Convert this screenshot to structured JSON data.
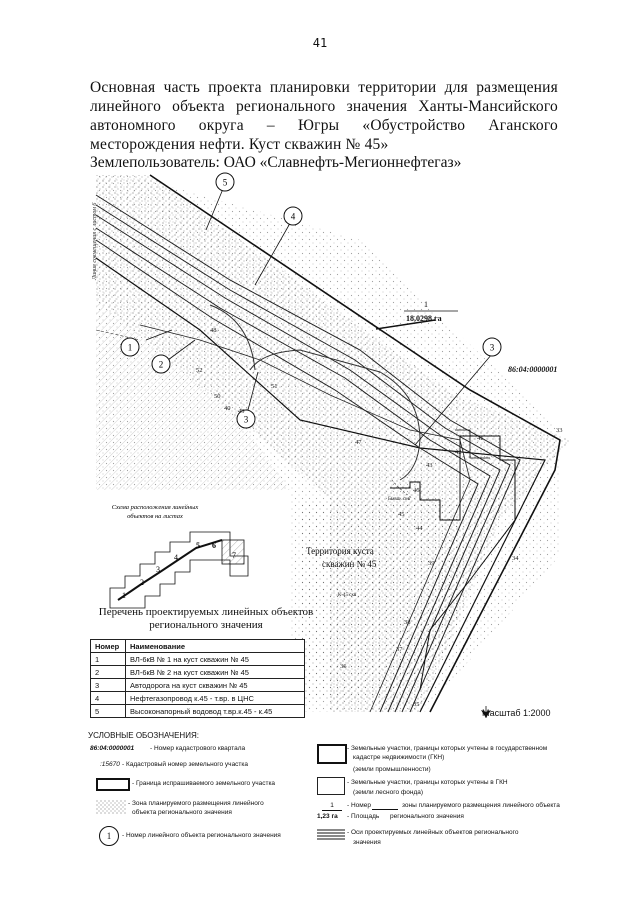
{
  "page_number": "41",
  "title": "Основная часть проекта планировки территории для размещения линейного объекта регионального значения Ханты-Мансийского автономного округа – Югры «Обустройство Аганского месторождения нефти. Куст скважин № 45»",
  "land_user": "Землепользователь: ОАО «Славнефть-Мегионнефтегаз»",
  "map": {
    "side_note": "Линия совмещения с листом 6",
    "cadastral_quarter": "86:04:0000001",
    "parcel_number": "1",
    "parcel_area": "18,0298 га",
    "cluster_label_line1": "Территория куста",
    "cluster_label_line2": "скважин № 45",
    "object_markers": [
      "1",
      "2",
      "3",
      "3",
      "4",
      "5"
    ],
    "point_labels": [
      "33",
      "34",
      "35",
      "36",
      "37",
      "38",
      "39",
      "40",
      "41",
      "42",
      "43",
      "44",
      "45",
      "46",
      "47",
      "48",
      "49",
      "50",
      "51",
      "52"
    ],
    "small_labels": [
      "К-45 скв",
      "Бывш. скв"
    ],
    "inset_title_line1": "Схема расположения линейных",
    "inset_title_line2": "объектов на листах",
    "inset_numbers": [
      "1",
      "2",
      "3",
      "4",
      "5",
      "6",
      "7"
    ]
  },
  "objects_list": {
    "title_line1": "Перечень проектируемых линейных объектов",
    "title_line2": "регионального значения",
    "headers": [
      "Номер",
      "Наименование"
    ],
    "rows": [
      [
        "1",
        "ВЛ-6кВ № 1 на куст скважин № 45"
      ],
      [
        "2",
        "ВЛ-6кВ № 2 на куст скважин № 45"
      ],
      [
        "3",
        "Автодорога на куст скважин № 45"
      ],
      [
        "4",
        "Нефтегазопровод к.45 - т.вр. в ЦНС"
      ],
      [
        "5",
        "Высоконапорный водовод т.вр.к.45 - к.45"
      ]
    ]
  },
  "scale": "Масштаб 1:2000",
  "legend": {
    "title": "УСЛОВНЫЕ ОБОЗНАЧЕНИЯ:",
    "items": {
      "quarter_code": "86:04:0000001",
      "quarter_desc": "- Номер кадастрового квартала",
      "parcel_code": ":15670",
      "parcel_desc": "- Кадастровый номер земельного участка",
      "boundary_desc": "- Граница испрашиваемого земельного участка",
      "zone_desc_1": "- Зона планируемого размещения линейного",
      "zone_desc_2": "объекта регионального значения",
      "marker_num": "1",
      "marker_desc": "- Номер линейного объекта регионального значения",
      "gkn_industrial_1": "- Земельные участки, границы которых учтены в государственном",
      "gkn_industrial_2": "кадастре недвижимости (ГКН)",
      "gkn_industrial_3": "(земли промышленности)",
      "gkn_forest_1": "- Земельные участки, границы которых учтены в ГКН",
      "gkn_forest_2": "(земли лесного фонда)",
      "zone_num_top": "1",
      "zone_num_bottom": "1,23 га",
      "zone_num_desc_1": "- Номер",
      "zone_num_desc_1b": "зоны планируемого размещения линейного объекта",
      "zone_num_desc_2": "- Площадь",
      "zone_num_desc_2b": "регионального значения",
      "axes_desc_1": "- Оси проектируемых линейных объектов регионального",
      "axes_desc_2": "значения"
    }
  }
}
